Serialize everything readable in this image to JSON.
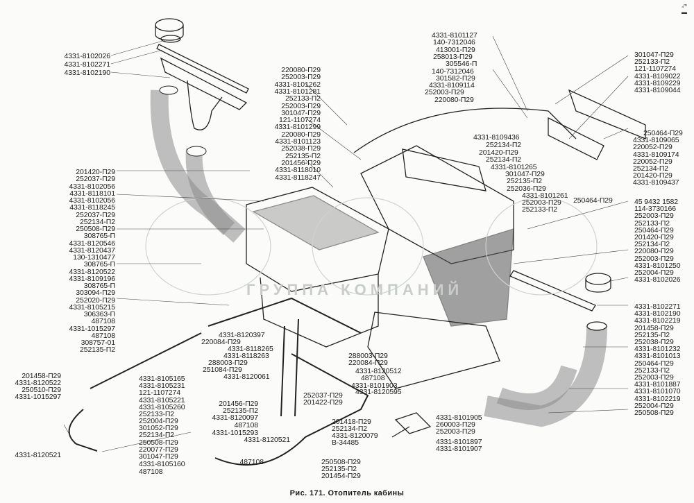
{
  "figure": {
    "caption": "Рис. 171. Отопитель кабины",
    "watermark": "ГРУППА КОМПАНИЙ",
    "corner_mark": "₄ᵐ ▬"
  },
  "labels": {
    "top_left": [
      "4331-8102026",
      "4331-8102271",
      "4331-8102190"
    ],
    "top_center": [
      "220080-П29",
      "252003-П29",
      "4331-8101262",
      "4331-8101281",
      "252133-П2",
      "252003-П29",
      "301047-П29",
      "121-1107274",
      "4331-8101299",
      "220080-П29",
      "4331-8101123",
      "252038-П29",
      "252135-П2",
      "201456-П29",
      "4331-8118010",
      "4331-8118247"
    ],
    "left_column": [
      "201420-П29",
      "252037-П29",
      "4331-8102056",
      "4331-8118101",
      "4331-8102056",
      "4331-8118245",
      "252037-П29",
      "252134-П2",
      "250508-П29",
      "308765-П",
      "4331-8120546",
      "4331-8120437",
      "130-1310477",
      "308765-П",
      "4331-8120522",
      "4331-8109196",
      "308765-П",
      "303094-П29",
      "252020-П29",
      "4331-8105215",
      "306363-П",
      "487108",
      "4331-1015297",
      "487108",
      "308757-01",
      "252135-П2"
    ],
    "lower_left": [
      "201458-П29",
      "4331-8120522",
      "250510-П29",
      "4331-1015297",
      "4331-8120521"
    ],
    "valve_group": [
      "4331-8105165",
      "4331-8105231",
      "121-1107274",
      "4331-8105221",
      "4331-8105260",
      "252133-П2",
      "252004-П29",
      "301052-П29",
      "252134-П2",
      "250508-П29",
      "220077-П29",
      "301047-П29",
      "4331-8105160",
      "487108"
    ],
    "mid_center": [
      "4331-8120397",
      "220084-П29",
      "4331-8118265",
      "4331-8118263",
      "288003-П29",
      "251084-П29",
      "4331-8120061"
    ],
    "bottom_center_left": [
      "201456-П29",
      "252135-П2",
      "4331-8120097",
      "487108",
      "4331-1015293",
      "4331-8120521",
      "487108"
    ],
    "bottom_center": [
      "252037-П29",
      "201422-П29",
      "201418-П29",
      "252134-П2",
      "4331-8120079",
      "В-34485",
      "250508-П29",
      "252135-П2",
      "201454-П29"
    ],
    "center_right_lower": [
      "288003-П29",
      "220084-П29",
      "4331-8120512",
      "487108",
      "4331-8101903",
      "4331-8120595",
      "4331-8101905",
      "260003-П29",
      "252003-П29",
      "4331-8101897",
      "4331-8101907"
    ],
    "top_center_right": [
      "4331-8101127",
      "140-7312046",
      "413001-П29",
      "258013-П29",
      "305546-П",
      "140-7312046",
      "301582-П29",
      "4331-8109114",
      "252003-П29",
      "220080-П29"
    ],
    "center_right": [
      "4331-8109436",
      "252134-П2",
      "201420-П29",
      "252134-П2",
      "4331-8101265",
      "301047-П29",
      "252135-П2",
      "252036-П29",
      "4331-8101261",
      "252003-П29",
      "252133-П2",
      "250464-П29"
    ],
    "top_right": [
      "301047-П29",
      "252133-П2",
      "121-1107274",
      "4331-8109022",
      "4331-8109229",
      "4331-8109044"
    ],
    "right_upper": [
      "250464-П29",
      "4331-8109065",
      "220052-П29",
      "4331-8109174",
      "220052-П29",
      "252134-П2",
      "201420-П29",
      "4331-8109437"
    ],
    "right_middle": [
      "45 9432 1582",
      "114-3730166",
      "252003-П29",
      "252133-П2",
      "250464-П29",
      "201420-П29",
      "252134-П2",
      "220080-П29",
      "252003-П29",
      "4331-8101250",
      "252004-П29",
      "4331-8102026"
    ],
    "right_lower": [
      "4331-8102271",
      "4331-8102190",
      "4331-8102219",
      "201458-П29",
      "252135-П2",
      "252038-П29",
      "4331-8101232",
      "4331-8101013",
      "250464-П29",
      "252133-П2",
      "252003-П29",
      "4331-8101887",
      "4331-8101070",
      "4331-8102219",
      "252004-П29",
      "250508-П29"
    ]
  }
}
